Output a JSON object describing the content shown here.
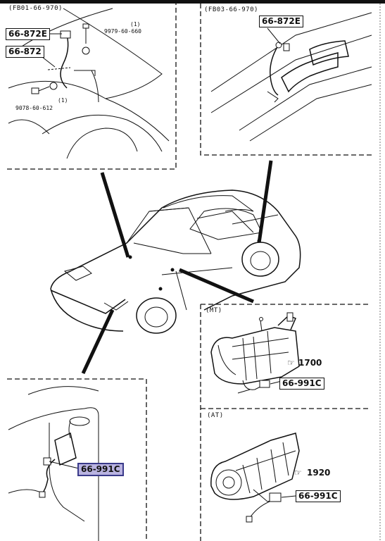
{
  "panels": {
    "top_left": {
      "code": "(FB01-66-970)"
    },
    "top_right": {
      "code": "(FB03-66-970)"
    },
    "mt": {
      "code": "(MT)"
    },
    "at": {
      "code": "(AT)"
    }
  },
  "labels": {
    "part_66872E_a": "66-872E",
    "part_66872": "66-872",
    "bolt_9979": "9979-60-660",
    "bolt_9979_qty": "(1)",
    "bolt_9078": "9078-60-612",
    "bolt_9078_qty": "(1)",
    "part_66872E_b": "66-872E",
    "ref_1700": "1700",
    "part_66991C_mt": "66-991C",
    "ref_1920": "1920",
    "part_66991C_at": "66-991C",
    "part_66991C_hl": "66-991C"
  },
  "colors": {
    "highlight": "#b9b3e0"
  },
  "icons": {
    "ref_arrow": "finger-pointer-icon"
  }
}
